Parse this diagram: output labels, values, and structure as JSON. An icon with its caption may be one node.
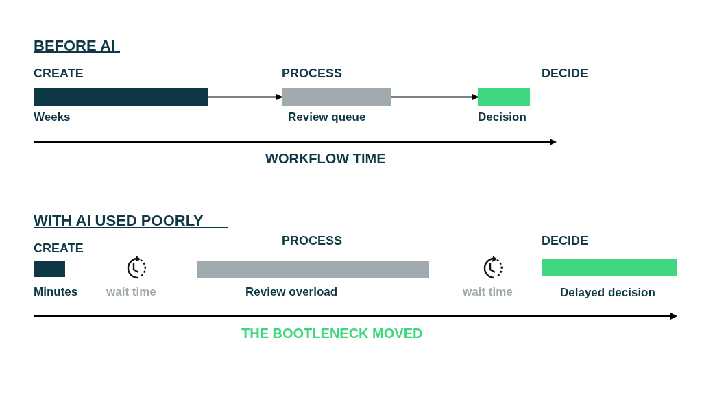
{
  "diagram": {
    "nodes": [
      {
        "text": [
          "CREATE"
        ],
        "beside": [
          "Weeks"
        ]
      },
      {
        "text": [
          "PROCESS"
        ],
        "beside": [
          "Review queue"
        ]
      },
      {
        "text": [
          "DECIDE"
        ],
        "beside": [
          "Decision"
        ]
      },
      {
        "text": [
          "CREATE"
        ],
        "beside": [
          "Minutes"
        ]
      },
      {
        "text": [
          "PROCESS"
        ],
        "beside": [
          "Review overload"
        ]
      },
      {
        "text": [
          "DECIDE"
        ],
        "beside": [
          "Delayed decision"
        ]
      }
    ],
    "edges": [
      {
        "from": 0,
        "to": 1,
        "arrow": "to"
      },
      {
        "from": 1,
        "to": 2,
        "arrow": "to"
      }
    ],
    "labels": [
      "BEFORE AI",
      "WORKFLOW TIME",
      "WITH AI USED POORLY",
      "wait time",
      "wait time",
      "THE BOOTLENECK MOVED"
    ]
  }
}
